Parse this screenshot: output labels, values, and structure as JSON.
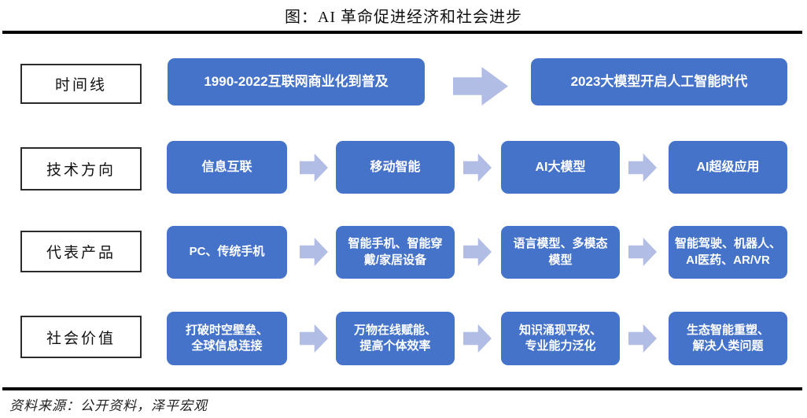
{
  "title": "图：AI 革命促进经济和社会进步",
  "source_note": "资料来源：公开资料，泽平宏观",
  "colors": {
    "box-blue": "#4573CA",
    "arrow-blue": "#B1BDE4",
    "rule-black": "#000000"
  },
  "rows": [
    {
      "label": "时间线",
      "boxes": [
        "1990-2022互联网商业化到普及",
        "2023大模型开启人工智能时代"
      ]
    },
    {
      "label": "技术方向",
      "boxes": [
        "信息互联",
        "移动智能",
        "AI大模型",
        "AI超级应用"
      ]
    },
    {
      "label": "代表产品",
      "boxes": [
        "PC、传统手机",
        "智能手机、智能穿\n戴/家居设备",
        "语言模型、多模态\n模型",
        "智能驾驶、机器人、\nAI医药、AR/VR"
      ]
    },
    {
      "label": "社会价值",
      "boxes": [
        "打破时空壁垒、\n全球信息连接",
        "万物在线赋能、\n提高个体效率",
        "知识涌现平权、\n专业能力泛化",
        "生态智能重塑、\n解决人类问题"
      ]
    }
  ]
}
